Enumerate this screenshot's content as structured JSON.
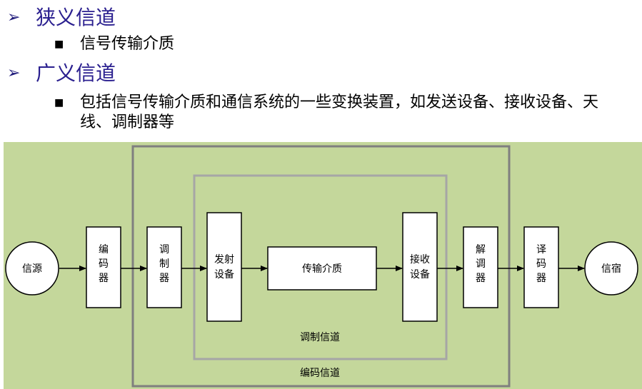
{
  "bullets": [
    {
      "text": "狭义信道",
      "sub": "信号传输介质"
    },
    {
      "text": "广义信道",
      "sub": "包括信号传输介质和通信系统的一些变换装置，如发送设备、接收设备、天线、调制器等"
    }
  ],
  "markers": {
    "level1": "➢",
    "level2": "■"
  },
  "diagram": {
    "blocks": {
      "source": "信源",
      "encoder": "编码器",
      "modulator": "调制器",
      "transmitter": "发射设备",
      "medium": "传输介质",
      "receiver": "接收设备",
      "demodulator": "解调器",
      "decoder": "译码器",
      "sink": "信宿"
    },
    "regions": {
      "modulation_channel": "调制信道",
      "coding_channel": "编码信道"
    },
    "colors": {
      "background": "#c4d79b",
      "outer_border": "#7f7f7f",
      "inner_border": "#a6a6a6",
      "title": "#2a1f8f"
    }
  }
}
